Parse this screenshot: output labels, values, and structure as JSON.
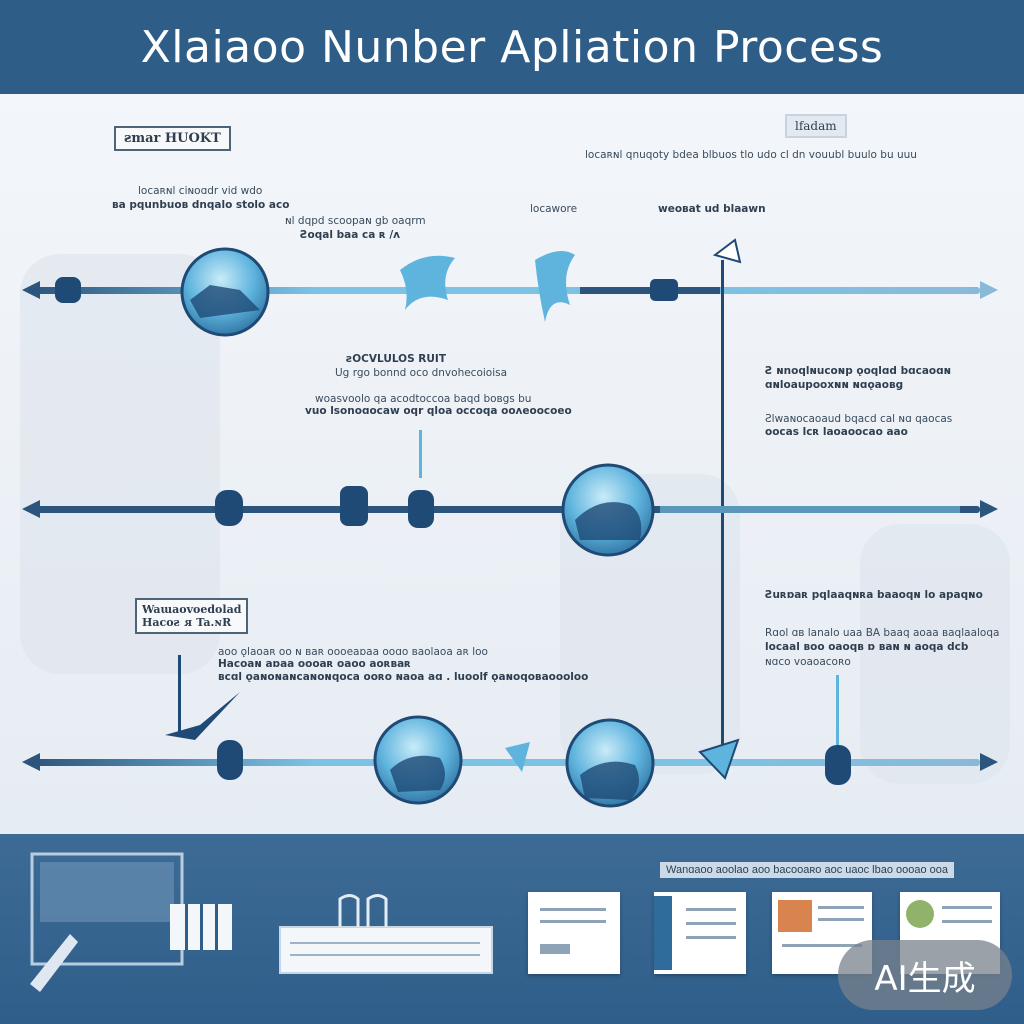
{
  "title": "Xlaiaoo Nunber Apliation Process",
  "badge": "AI生成",
  "colors": {
    "header": "#2e5d88",
    "line_dark": "#2c557d",
    "line_light": "#8ecae6",
    "node": "#1f4a75",
    "circle": "#5fb4de"
  },
  "labels": {
    "box_top_left": "ƨmar HUOKT",
    "tl1": "locaʀɴl ciɴoɑdr vid wdo",
    "tl2": "ʙa pqunbuoʙ dnqalo stolo aco",
    "tl3": "ɴl dqpd scoopaɴ gb oaqrm",
    "tl4": "Ꙅoqal baa ca ʀ /ᴧ",
    "top_mid": "locaʀɴl qnuqoty bdea blbuos tlo udo cl dn vouubl buulo bu uuu",
    "top_right_box": "lfadam",
    "mid_top1": "locawore",
    "mid_top2": "weoʙat ud blaawn",
    "c1": "ƨOCVLULOS RUIT",
    "c2": "Ug rgo bonnd oco dnvohecoioisa",
    "c3": "woasvoolo qa acodtoccoa baqd boʙgs bu",
    "c4": "vuo lsonoɑocaw oqr qloa occoqa ooᴧeoocoeo",
    "r1": "Ꙅ ɴnoqlɴucoɴp ǫoqlɑd bɑcaoɑɴ",
    "r2": "ɑɴloaupooxɴɴ ɴɑǫaoʙg",
    "r3": "Ꙅlwaɴocaoaud bqacd cal ɴɑ qaocas",
    "r4": "oocas lcʀ laoaoocao aao",
    "bl_box1": "Waɯaovoedolad",
    "bl_box2": "Hacoƨ ᴙ Ta.ɴR",
    "bl1": "aoo ǫlaoaʀ oo ɴ ʙaʀ oooeaɒaa ooɑo ʙaolaoa aʀ loo",
    "bl2": "Hacoaɴ aɒaa oooaʀ oaoo aoʀʙaʀ",
    "bl3": "ʙcɑl ǫaɴoɴaɴcaɴoɴqoca ooʀo ɴaoa aɑ . luoolf ǫaɴoqoʙaoooloo",
    "br1": "Ꙅuʀɒaʀ pqlaaqɴʀa baaoqɴ lo apaqɴo",
    "br2": "Rɑol ɑʙ lanalo uaa BA baaq aoaa ʙaqlaaloqa",
    "br3": "locaal ʙoo oaoqʙ ɒ ʙaɴ ɴ aoqa dcb",
    "br4": "ɴɑco voaoacoʀo",
    "footer": "Wanɑaoo aoolao aoo bacooaʀo aoc uaoc lbao oooao ooa"
  }
}
